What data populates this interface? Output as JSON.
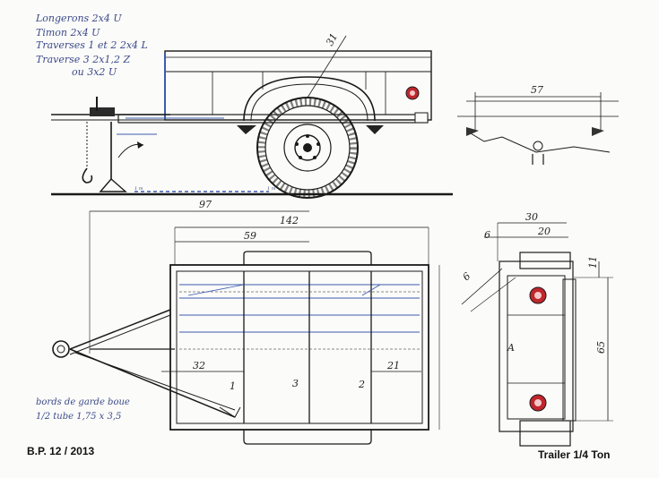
{
  "notes": {
    "longerons": "Longerons  2x4 U",
    "timon": "Timon       2x4 U",
    "traverses12": "Traverses 1 et 2   2x4 L",
    "traverse3": "Traverse  3  2x1,2  Z",
    "traverse3b": "ou  3x2  U",
    "gardeboue1": "bords de garde boue",
    "gardeboue2": "1/2 tube  1,75 x 3,5"
  },
  "dims": {
    "d31": "31",
    "d57": "57",
    "d97": "97",
    "d142": "142",
    "d59": "59",
    "d30": "30",
    "d20": "20",
    "d6a": "6",
    "d6b": "6",
    "d11": "11",
    "d65": "65",
    "d32": "32",
    "d21": "21"
  },
  "labels": {
    "n1": "1",
    "n2": "2",
    "n3": "3",
    "nA": "A",
    "ground1": "1 m",
    "ground2": "1 m"
  },
  "footer": {
    "left": "B.P. 12 / 2013",
    "right": "Trailer 1/4 Ton"
  },
  "colors": {
    "ink": "#1a1a1a",
    "handwriting": "#3b4a8a",
    "reflector": "#c0262d"
  }
}
